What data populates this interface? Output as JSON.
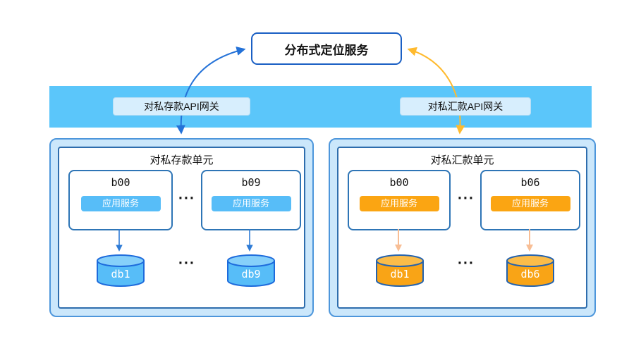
{
  "colors": {
    "band": "#5BC6FA",
    "gateway-bg": "#D7EEFD",
    "gateway-border": "#B5DDF5",
    "unit-bg": "#CBE7FB",
    "unit-border": "#4D96DB",
    "panel-border": "#2E6DAD",
    "node-border": "#2E75B6",
    "pill-blue": "#57BDF8",
    "pill-orange": "#FBA512",
    "arrow-blue": "#2472D8",
    "arrow-yellow": "#FFBA2E",
    "conn-blue": "#2E7BD6",
    "conn-peach": "#F8BE95",
    "cyl-blue-fill": "#57BDF8",
    "cyl-blue-top": "#86D0FA",
    "cyl-blue-stroke": "#1D6BDC",
    "cyl-orange-fill": "#F9A416",
    "cyl-orange-top": "#FBBC49",
    "cyl-orange-stroke": "#2362AE",
    "service-border": "#1A5FC4",
    "text": "#111111"
  },
  "service": {
    "label": "分布式定位服务"
  },
  "gateways": {
    "deposit": "对私存款API网关",
    "remittance": "对私汇款API网关"
  },
  "units": {
    "deposit": {
      "title": "对私存款单元",
      "nodes": [
        {
          "name": "b00",
          "service": "应用服务"
        },
        {
          "name": "b09",
          "service": "应用服务"
        }
      ],
      "ellipsis": "···",
      "databases": [
        "db1",
        "db9"
      ]
    },
    "remittance": {
      "title": "对私汇款单元",
      "nodes": [
        {
          "name": "b00",
          "service": "应用服务"
        },
        {
          "name": "b06",
          "service": "应用服务"
        }
      ],
      "ellipsis": "···",
      "databases": [
        "db1",
        "db6"
      ]
    }
  }
}
